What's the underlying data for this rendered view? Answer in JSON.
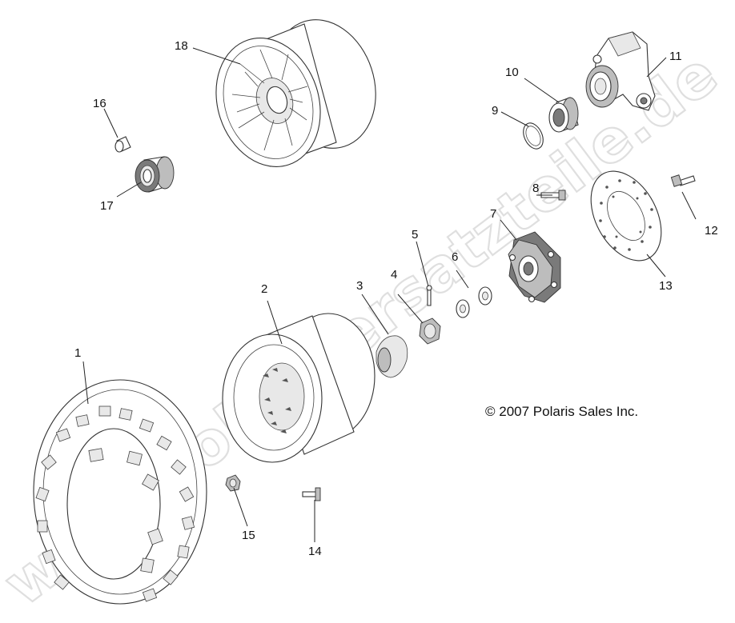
{
  "watermark": "www.polarisersatzteile.de",
  "copyright": "© 2007 Polaris Sales Inc.",
  "callouts": [
    {
      "id": "1",
      "text": "1"
    },
    {
      "id": "2",
      "text": "2"
    },
    {
      "id": "3",
      "text": "3"
    },
    {
      "id": "4",
      "text": "4"
    },
    {
      "id": "5",
      "text": "5"
    },
    {
      "id": "6",
      "text": "6"
    },
    {
      "id": "7",
      "text": "7"
    },
    {
      "id": "8",
      "text": "8"
    },
    {
      "id": "9",
      "text": "9"
    },
    {
      "id": "10",
      "text": "10"
    },
    {
      "id": "11",
      "text": "11"
    },
    {
      "id": "12",
      "text": "12"
    },
    {
      "id": "13",
      "text": "13"
    },
    {
      "id": "14",
      "text": "14"
    },
    {
      "id": "15",
      "text": "15"
    },
    {
      "id": "16",
      "text": "16"
    },
    {
      "id": "17",
      "text": "17"
    },
    {
      "id": "18",
      "text": "18"
    }
  ],
  "parts": [
    {
      "id": "1",
      "name": "tire-icon"
    },
    {
      "id": "2",
      "name": "steel-wheel-rim-icon"
    },
    {
      "id": "3",
      "name": "hub-cap-icon"
    },
    {
      "id": "4",
      "name": "castle-nut-icon"
    },
    {
      "id": "5",
      "name": "cotter-pin-icon"
    },
    {
      "id": "6",
      "name": "washer-icon"
    },
    {
      "id": "7",
      "name": "wheel-hub-icon"
    },
    {
      "id": "8",
      "name": "bolt-icon"
    },
    {
      "id": "9",
      "name": "retaining-ring-icon"
    },
    {
      "id": "10",
      "name": "bearing-icon"
    },
    {
      "id": "11",
      "name": "bearing-carrier-icon"
    },
    {
      "id": "12",
      "name": "brake-disc-bolt-icon"
    },
    {
      "id": "13",
      "name": "brake-disc-icon"
    },
    {
      "id": "14",
      "name": "wheel-stud-icon"
    },
    {
      "id": "15",
      "name": "lug-nut-icon"
    },
    {
      "id": "16",
      "name": "pin-icon"
    },
    {
      "id": "17",
      "name": "bushing-bearing-icon"
    },
    {
      "id": "18",
      "name": "aluminum-wheel-icon"
    }
  ]
}
